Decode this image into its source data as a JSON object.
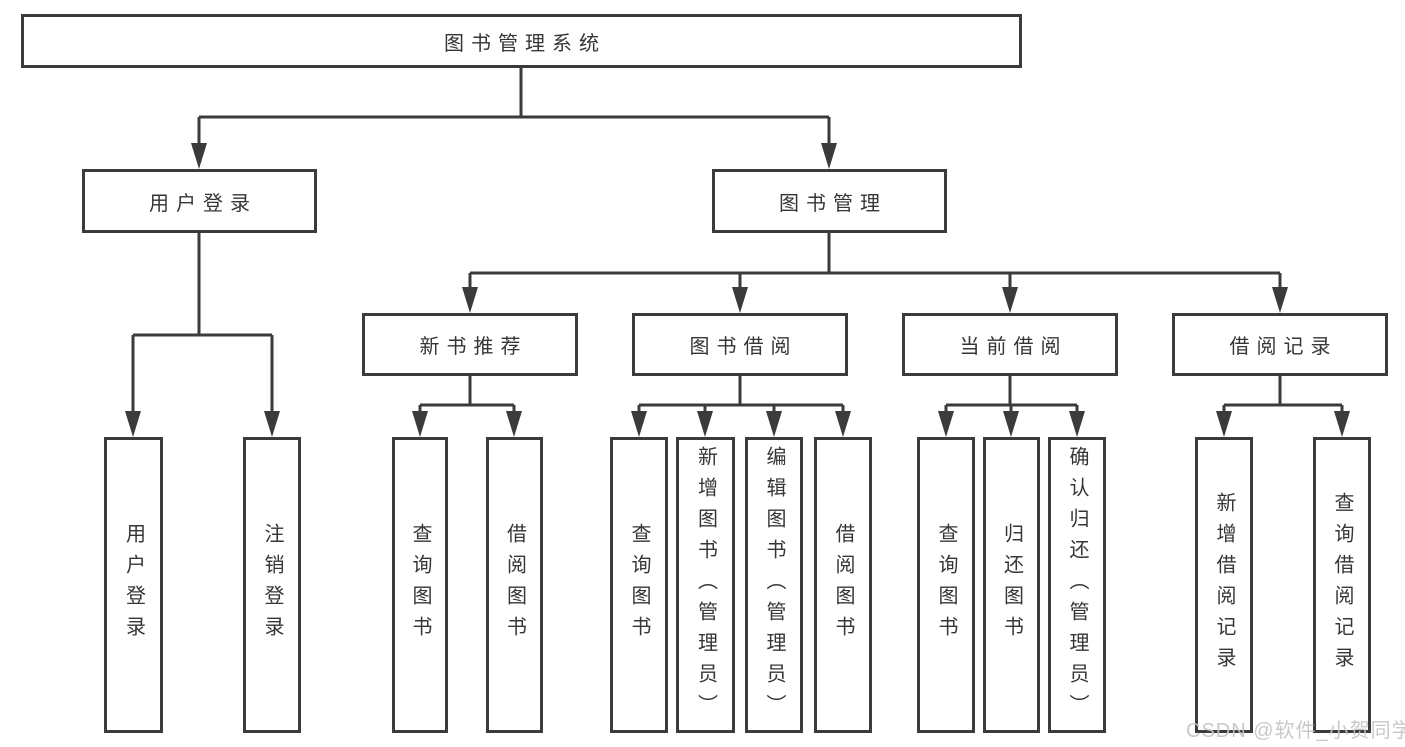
{
  "diagram": {
    "root": "图书管理系统",
    "level2": {
      "user_login": "用户登录",
      "book_mgmt": "图书管理"
    },
    "level3": {
      "new_books": "新书推荐",
      "borrowing": "图书借阅",
      "current": "当前借阅",
      "records": "借阅记录"
    },
    "leaves": {
      "user_login": [
        "用户登录",
        "注销登录"
      ],
      "new_books": [
        "查询图书",
        "借阅图书"
      ],
      "borrowing": [
        "查询图书",
        "新增图书（管理员）",
        "编辑图书（管理员）",
        "借阅图书"
      ],
      "current": [
        "查询图书",
        "归还图书",
        "确认归还（管理员）"
      ],
      "records": [
        "新增借阅记录",
        "查询借阅记录"
      ]
    }
  },
  "watermark": "CSDN @软件_小贺同学",
  "colors": {
    "line": "#3b3b3b",
    "text": "#363636",
    "box_background": "#ffffff",
    "watermark": "#c4c4c4",
    "background": "#ffffff"
  }
}
